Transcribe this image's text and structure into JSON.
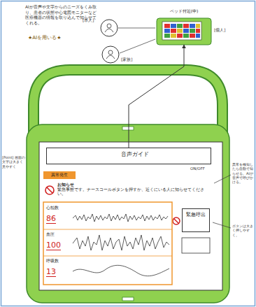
{
  "diagram": {
    "nodes": [
      {
        "text": [
          "音声ガイド"
        ]
      },
      {
        "text": [
          "異常発生"
        ]
      },
      {
        "text": [
          "お知らせ",
          "緊急事態です。ナースコールボタンを押すか、近くにいる人に知らせてください。"
        ]
      },
      {
        "text": [
          "心拍数",
          "86"
        ]
      },
      {
        "text": [
          "血圧",
          "100"
        ]
      },
      {
        "text": [
          "呼吸数",
          "13"
        ]
      },
      {
        "text": [
          "緊急呼出"
        ]
      },
      {
        "text": [
          "ベッド付近(中)"
        ]
      }
    ],
    "edges": [
      {
        "from": 0,
        "to": 7,
        "arrow": "to"
      }
    ],
    "labels": [
      "AIが音声や文字からのニーズをくみ取り、患者の状態や心電図モニターなど医療機器の情報を取り込んで知らせてくれる。",
      "★AIを用いる★",
      "[本人]",
      "[家族]",
      "[個人]",
      "ON/OFF",
      "[Point] 画面の文字は大きく見やすく",
      "異常を検知したら自動で知らせる。AIが音声で呼びかける。",
      "ボタンは大きく押しやすく。"
    ]
  }
}
